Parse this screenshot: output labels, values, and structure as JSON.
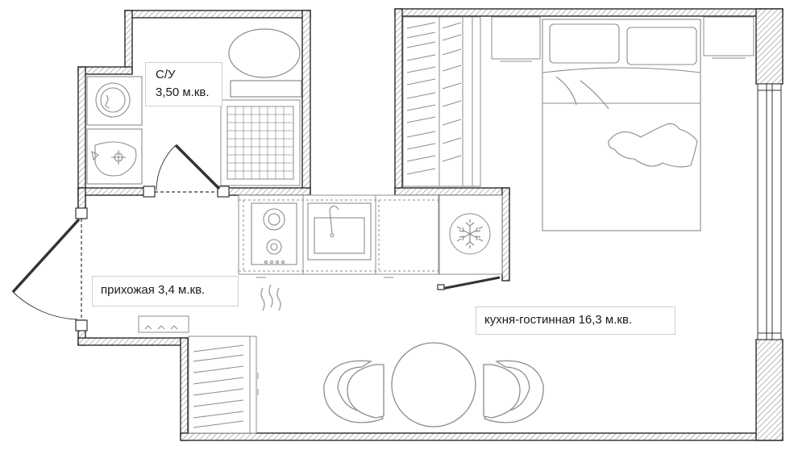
{
  "rooms": {
    "bathroom": {
      "name": "С/У",
      "area": "3,50 м.кв."
    },
    "hallway": {
      "label": "прихожая 3,4 м.кв."
    },
    "kitchen_living": {
      "label": "кухня-гостинная 16,3 м.кв."
    }
  },
  "colors": {
    "wall": "#1a1a1a",
    "hatch": "#9a9a9a",
    "furniture": "#8c8c8c",
    "background": "#ffffff"
  }
}
